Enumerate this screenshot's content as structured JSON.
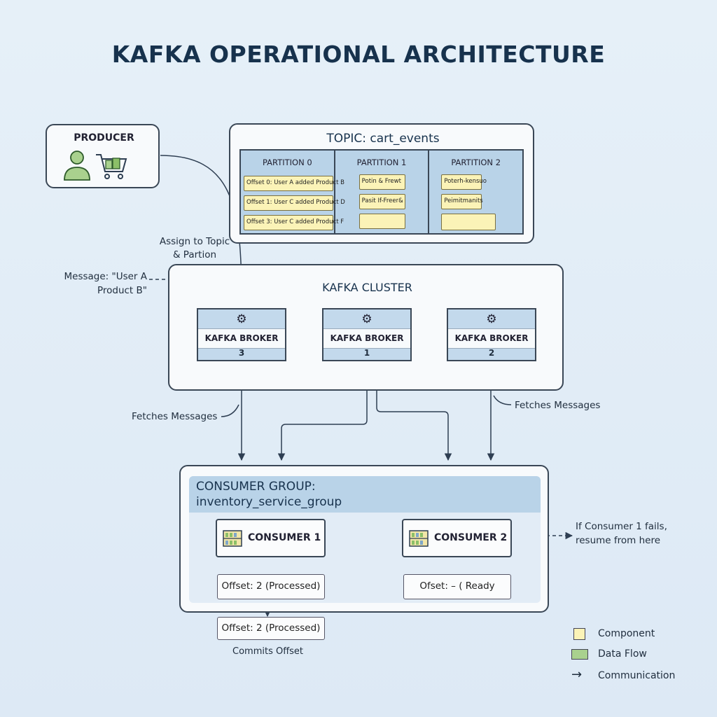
{
  "title": "KAFKA OPERATIONAL ARCHITECTURE",
  "producer": {
    "label": "PRODUCER"
  },
  "topic": {
    "title": "TOPIC: cart_events",
    "partitions": [
      {
        "label": "PARTITION 0",
        "cells": [
          "Offset 0: User A added Product B",
          "Offset 1: User C added Product D",
          "Offset 3: User C added Product F"
        ]
      },
      {
        "label": "PARTITION 1",
        "cells": [
          "Potin & Frewt",
          "Pasit If-Freer&",
          ""
        ]
      },
      {
        "label": "PARTITION 2",
        "cells": [
          "Poterh-kensuo",
          "Peimitmanits",
          ""
        ]
      }
    ]
  },
  "annotations": {
    "assign": [
      "Assign to Topic",
      "& Partion"
    ],
    "message": [
      "Message: \"User A",
      "Product B\""
    ],
    "fetches_left": "Fetches Messages",
    "fetches_right": "Fetches Messages",
    "failover": [
      "If Consumer 1 fails,",
      "resume from here"
    ],
    "commits": "Commits Offset"
  },
  "cluster": {
    "title": "KAFKA CLUSTER",
    "brokers": [
      {
        "label": "KAFKA BROKER",
        "number": "3"
      },
      {
        "label": "KAFKA BROKER",
        "number": "1"
      },
      {
        "label": "KAFKA BROKER",
        "number": "2"
      }
    ]
  },
  "consumer_group": {
    "title": "CONSUMER GROUP:",
    "name": "inventory_service_group",
    "consumers": [
      {
        "label": "CONSUMER 1",
        "offset": "Offset: 2 (Processed)"
      },
      {
        "label": "CONSUMER 2",
        "offset": "Ofset: – ( Ready"
      }
    ],
    "committed_offset": "Offset: 2 (Processed)"
  },
  "legend": [
    {
      "label": "Component",
      "color": "#fbf3b7"
    },
    {
      "label": "Data Flow",
      "color": "#a9d18e"
    },
    {
      "label": "Communication",
      "symbol": "→"
    }
  ],
  "colors": {
    "panel_blue": "#b9d3e8",
    "note_yellow": "#fbf3b7",
    "accent_green": "#8cc068",
    "ink": "#17324d"
  }
}
